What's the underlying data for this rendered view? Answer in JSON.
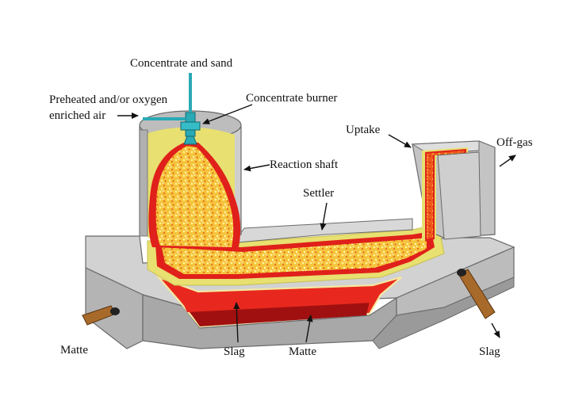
{
  "labels": {
    "concentrate_and_sand": "Concentrate and sand",
    "preheated_line1": "Preheated and/or oxygen",
    "preheated_line2": "enriched air",
    "concentrate_burner": "Concentrate burner",
    "uptake": "Uptake",
    "off_gas": "Off-gas",
    "reaction_shaft": "Reaction shaft",
    "settler": "Settler",
    "matte_left": "Matte",
    "slag_bottom": "Slag",
    "matte_bottom": "Matte",
    "slag_right": "Slag"
  },
  "colors": {
    "furnace_gray": "#c8c8c8",
    "furnace_dark": "#8a8a8a",
    "furnace_light": "#e4e4e4",
    "yellow_lining": "#e8e070",
    "flame_outer": "#e0201a",
    "flame_mid": "#f07a1a",
    "flame_core": "#f8e878",
    "slag_layer": "#e8281e",
    "matte_layer": "#a01010",
    "burner": "#2aaab4",
    "tap_pipe": "#a86a2a"
  }
}
